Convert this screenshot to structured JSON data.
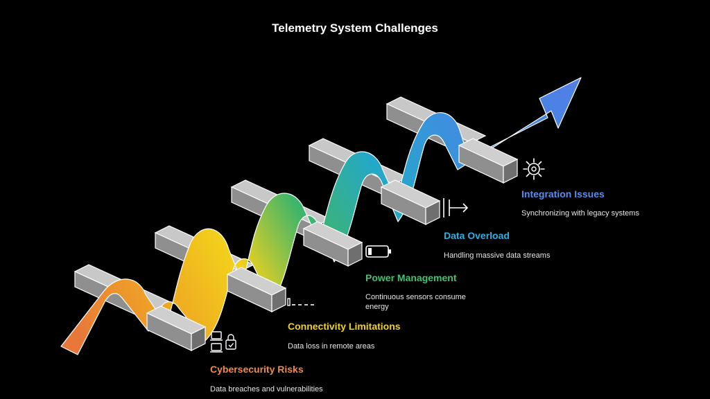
{
  "title": "Telemetry System Challenges",
  "stages": [
    {
      "title": "Cybersecurity Risks",
      "desc": "Data breaches and vulnerabilities",
      "color": "#E8773A",
      "icon": "security-devices-icon"
    },
    {
      "title": "Connectivity Limitations",
      "desc": "Data loss in remote areas",
      "color": "#F2CE1C",
      "icon": "weak-signal-icon"
    },
    {
      "title": "Power Management",
      "desc": "Continuous sensors consume energy",
      "color": "#3FB56A",
      "icon": "battery-icon"
    },
    {
      "title": "Data Overload",
      "desc": "Handling massive data streams",
      "color": "#2AA6D8",
      "icon": "data-flow-icon"
    },
    {
      "title": "Integration Issues",
      "desc": "Synchronizing with legacy systems",
      "color": "#4F83E0",
      "icon": "gear-icon"
    }
  ]
}
